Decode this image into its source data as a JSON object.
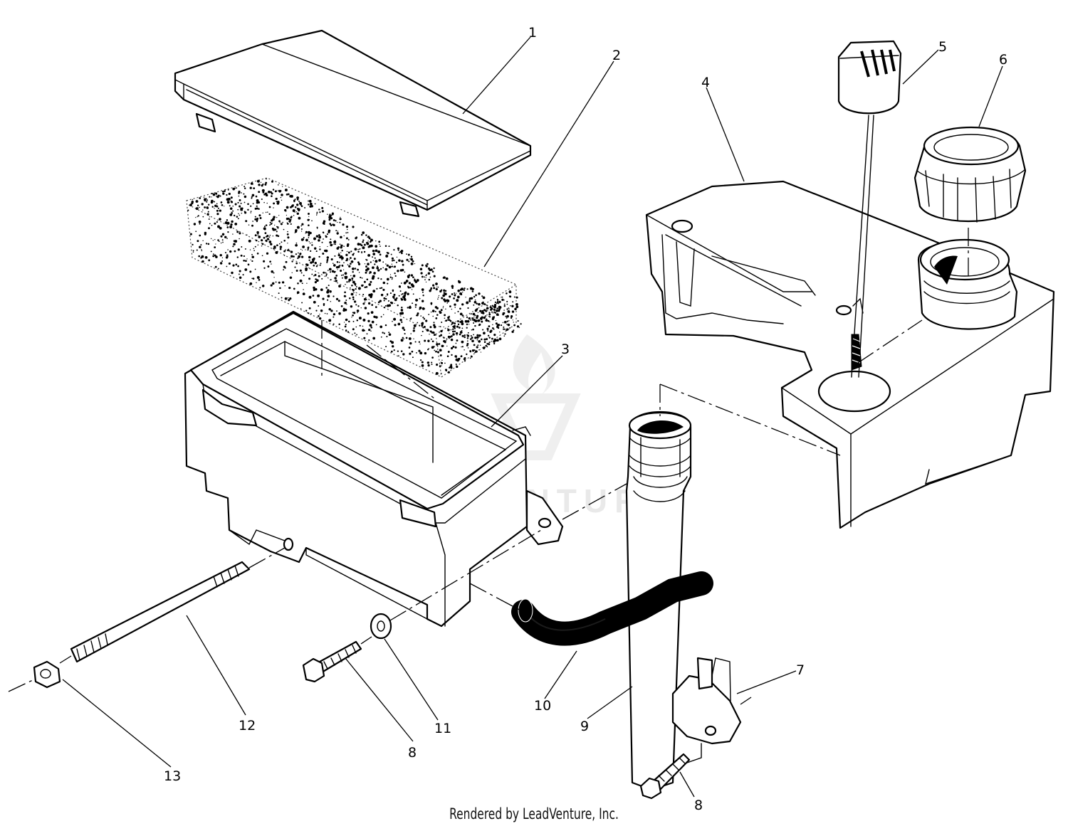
{
  "callouts": {
    "c1": "1",
    "c2": "2",
    "c3": "3",
    "c4": "4",
    "c5": "5",
    "c6": "6",
    "c7": "7",
    "c8a": "8",
    "c8b": "8",
    "c9": "9",
    "c10": "10",
    "c11": "11",
    "c12": "12",
    "c13": "13"
  },
  "watermark": "LEADVENTURE",
  "credit": "Rendered by LeadVenture, Inc."
}
